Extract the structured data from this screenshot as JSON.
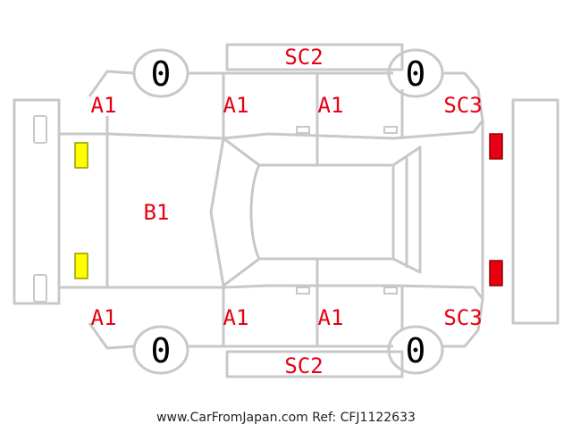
{
  "colors": {
    "outline": "#c8c8c8",
    "damage_text": "#e60012",
    "front_lamp": "#ffff00",
    "rear_lamp": "#e60012"
  },
  "tires": {
    "front_left": "0",
    "rear_left": "0",
    "front_right": "0",
    "rear_right": "0"
  },
  "damage_marks": {
    "roof_top": "SC2",
    "roof_bottom": "SC2",
    "front_corner_left": "A1",
    "front_door_left": "A1",
    "rear_door_left": "A1",
    "rear_corner_left": "SC3",
    "hood": "B1",
    "front_corner_right": "A1",
    "front_door_right": "A1",
    "rear_door_right": "A1",
    "rear_corner_right": "SC3"
  },
  "footer": {
    "credit": "www.CarFromJapan.com Ref: CFJ1122633"
  }
}
